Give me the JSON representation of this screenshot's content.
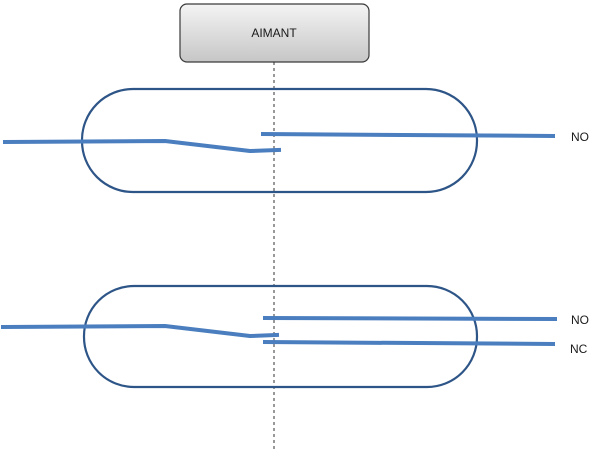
{
  "magnet": {
    "label": "AIMANT"
  },
  "switch_no": {
    "terminal_label": "NO"
  },
  "switch_nonc": {
    "no_label": "NO",
    "nc_label": "NC"
  },
  "colors": {
    "wire": "#4a7ebf",
    "envelope": "#2e5587",
    "magnet_fill_top": "#f4f4f4",
    "magnet_fill_bottom": "#c9c9c9",
    "magnet_border": "#3a3a3a",
    "axis_line": "#333333"
  }
}
